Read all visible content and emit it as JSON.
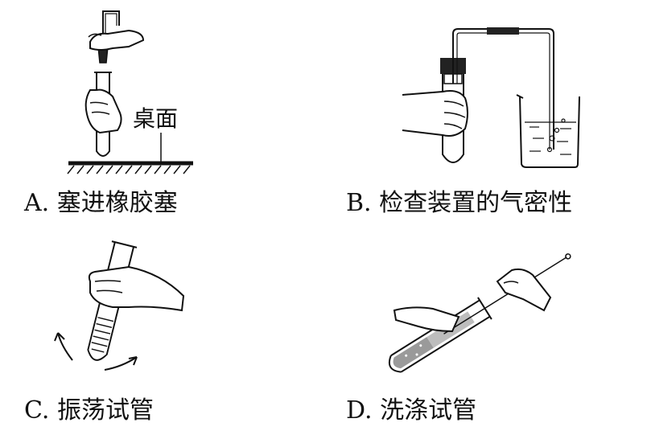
{
  "panels": [
    {
      "letter": "A.",
      "text": "塞进橡胶塞",
      "callout": "桌面"
    },
    {
      "letter": "B.",
      "text": "检查装置的气密性"
    },
    {
      "letter": "C.",
      "text": "振荡试管"
    },
    {
      "letter": "D.",
      "text": "洗涤试管"
    }
  ],
  "icons": {
    "A": "hand-inserting-stopper-into-test-tube-on-desk-icon",
    "B": "test-tube-with-tube-into-beaker-icon",
    "C": "hand-shaking-test-tube-icon",
    "D": "hand-brushing-test-tube-icon"
  }
}
